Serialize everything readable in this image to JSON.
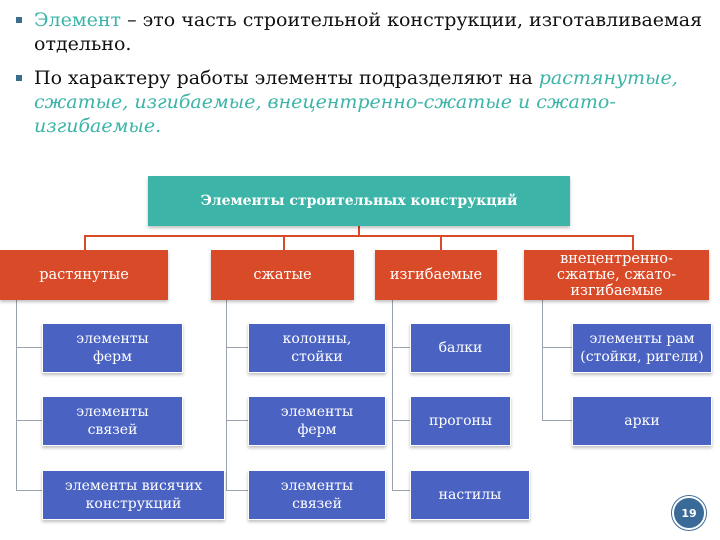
{
  "bullets": [
    {
      "highlight": "Элемент",
      "text": " – это часть строительной конструкции, изготавливаемая отдельно."
    },
    {
      "text": "По характеру работы элементы подразделяют на ",
      "highlight": "растянутые, сжатые, изгибаемые, внецентренно-сжатые и сжато-изгибаемые."
    }
  ],
  "diagram": {
    "root": "Элементы строительных конструкций",
    "categories": [
      {
        "label": "растянутые",
        "items": [
          "элементы ферм",
          "элементы связей",
          "элементы висячих конструкций"
        ]
      },
      {
        "label": "сжатые",
        "items": [
          "колонны, стойки",
          "элементы ферм",
          "элементы связей"
        ]
      },
      {
        "label": "изгибаемые",
        "items": [
          "балки",
          "прогоны",
          "настилы"
        ]
      },
      {
        "label": "внецентренно-сжатые, сжато-изгибаемые",
        "items": [
          "элементы рам (стойки, ригели)",
          "арки"
        ]
      }
    ]
  },
  "page_number": "19",
  "colors": {
    "root": "#3cb4a8",
    "category": "#d84a28",
    "leaf": "#4a62c2",
    "accent_text": "#3cb4a8"
  }
}
